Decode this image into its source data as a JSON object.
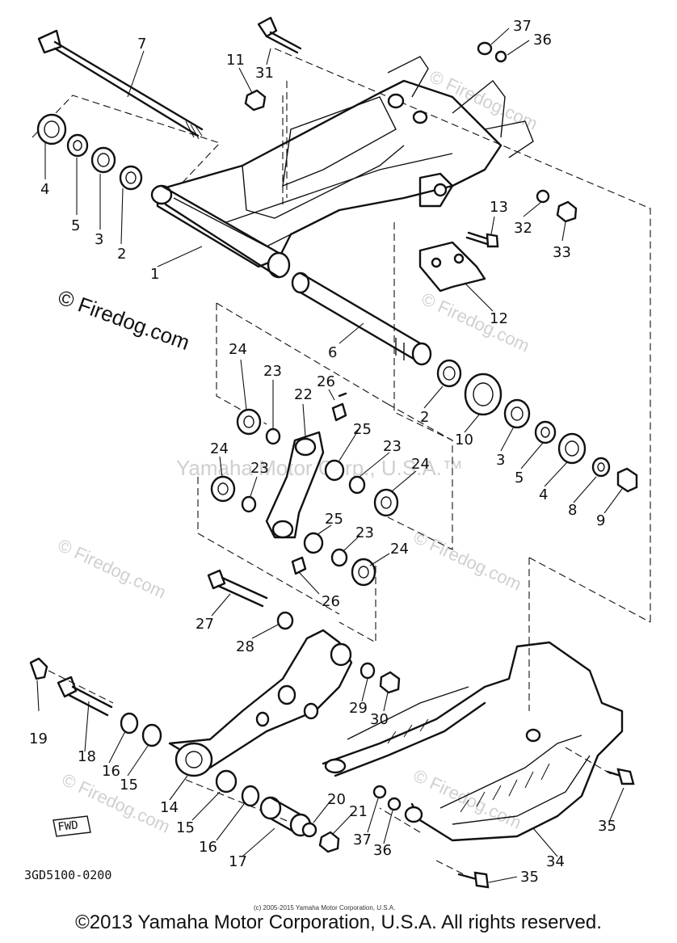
{
  "diagram": {
    "code": "3GD5100-0200",
    "fwd_label": "FWD",
    "small_copyright": "(c) 2005-2015 Yamaha Motor Corporation, U.S.A.",
    "firedog_label": "© Firedog.com",
    "watermark_center": "Yamaha Motor Corp., U.S.A.™",
    "watermark_firedog": "© Firedog.com",
    "callouts": [
      "1",
      "2",
      "3",
      "4",
      "5",
      "6",
      "7",
      "8",
      "9",
      "10",
      "11",
      "12",
      "13",
      "14",
      "15",
      "16",
      "17",
      "18",
      "19",
      "20",
      "21",
      "22",
      "23",
      "24",
      "25",
      "26",
      "27",
      "28",
      "29",
      "30",
      "31",
      "32",
      "33",
      "34",
      "35",
      "36",
      "37"
    ]
  },
  "footer": {
    "text": "©2013 Yamaha Motor Corporation, U.S.A. All rights reserved."
  }
}
